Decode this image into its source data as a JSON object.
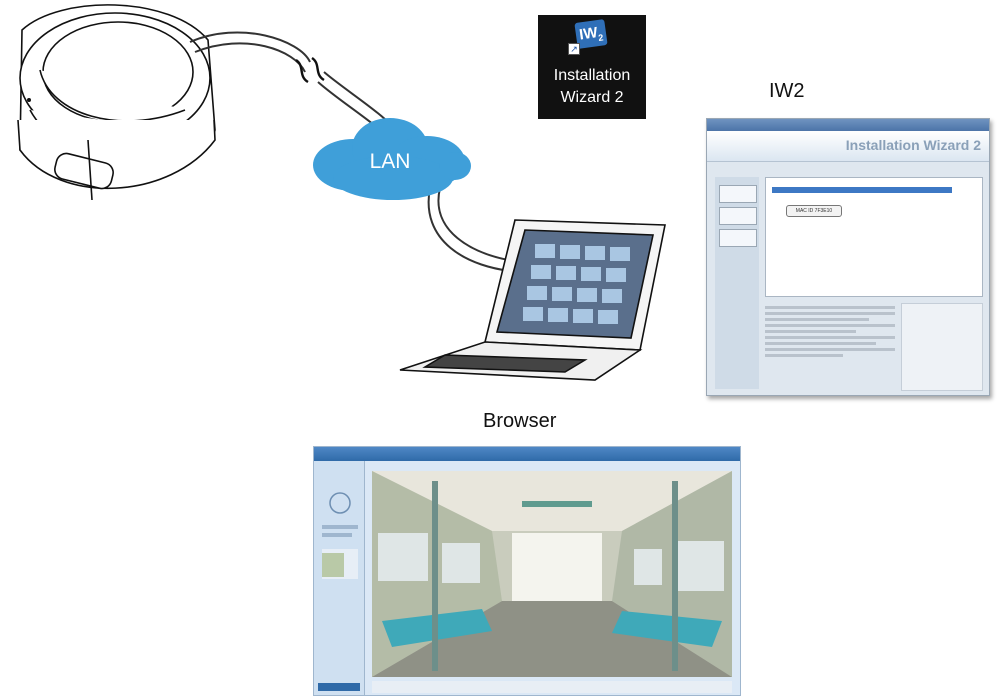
{
  "lan_label": "LAN",
  "icon": {
    "glyph": "IW",
    "sub": "2",
    "line1": "Installation",
    "line2": "Wizard 2"
  },
  "iw2": {
    "label": "IW2",
    "window_title": "Installation Wizard 2",
    "tooltip": "MAC ID 7F3E10"
  },
  "browser": {
    "label": "Browser"
  },
  "colors": {
    "cloud": "#3f9fd9",
    "cable": "#333333",
    "icon_bg": "#111111"
  }
}
